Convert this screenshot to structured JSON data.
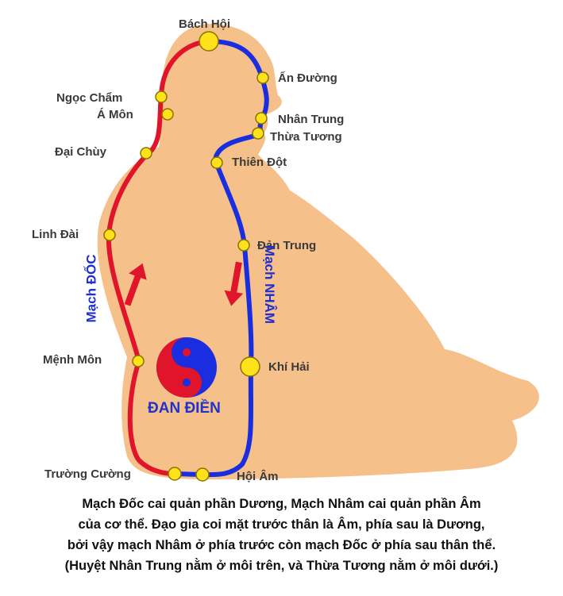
{
  "diagram": {
    "center_label": "ĐAN ĐIỀN",
    "channels": {
      "doc": {
        "name": "Mạch ĐỐC",
        "color": "#e0142b"
      },
      "nham": {
        "name": "Mạch NHÂM",
        "color": "#1a2ee0"
      }
    },
    "points": {
      "bach_hoi": "Bách Hội",
      "an_duong": "Ấn Đường",
      "ngoc_cham": "Ngọc Chẩm",
      "a_mon": "Á Môn",
      "nhan_trung": "Nhân Trung",
      "thua_tuong": "Thừa Tương",
      "dai_chuy": "Đại Chùy",
      "thien_dot": "Thiên Đột",
      "linh_dai": "Linh Đài",
      "dan_trung": "Đản Trung",
      "menh_mon": "Mệnh Môn",
      "khi_hai": "Khí Hải",
      "truong_cuong": "Trường Cường",
      "hoi_am": "Hội Âm"
    },
    "colors": {
      "body": "#f5c089",
      "point": "#ffe21a",
      "point_stroke": "#8a7400"
    }
  },
  "caption": [
    "Mạch Đốc cai quản phần Dương, Mạch Nhâm cai quản phần Âm",
    "của cơ thể. Đạo gia coi mặt trước thân là Âm, phía sau là Dương,",
    "bởi vậy mạch Nhâm ở phía trước còn mạch Đốc ở phía sau thân thể.",
    "(Huyệt Nhân Trung nằm ở môi trên, và Thừa Tương nằm ở môi dưới.)"
  ]
}
